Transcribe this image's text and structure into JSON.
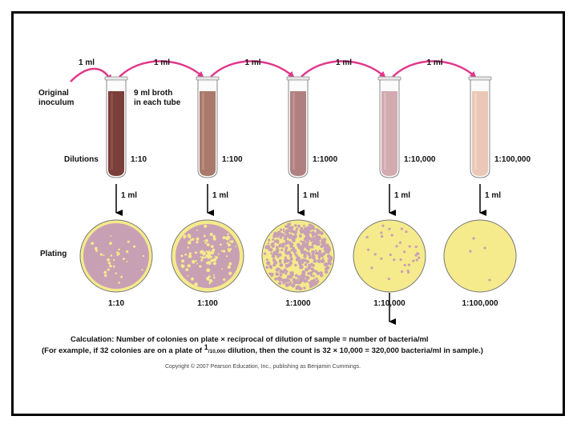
{
  "transfer_label": "1 ml",
  "original_inoculum": [
    "Original",
    "inoculum"
  ],
  "broth_note": [
    "9 ml broth",
    "in each tube"
  ],
  "dilutions_label": "Dilutions",
  "plating_label": "Plating",
  "tubes": [
    {
      "dilution": "1:10",
      "liquid": "#7a3f3a",
      "liquid_light": "#9a5a52",
      "plate_label": "1:10",
      "density": "confluent"
    },
    {
      "dilution": "1:100",
      "liquid": "#a97a6c",
      "liquid_light": "#c39a8a",
      "plate_label": "1:100",
      "density": "heavy"
    },
    {
      "dilution": "1:1000",
      "liquid": "#b08080",
      "liquid_light": "#c9a0a0",
      "plate_label": "1:1000",
      "density": "many"
    },
    {
      "dilution": "1:10,000",
      "liquid": "#d2aab0",
      "liquid_light": "#e2c4c8",
      "plate_label": "1:10,000",
      "density": "countable"
    },
    {
      "dilution": "1:100,000",
      "liquid": "#eac7b6",
      "liquid_light": "#f3dccf",
      "plate_label": "1:100,000",
      "density": "few"
    }
  ],
  "plate_colors": {
    "agar": "#f5ea8c",
    "colony": "#c8a0b4",
    "rim": "#777777"
  },
  "arrow_color": "#e0388a",
  "calculation": {
    "line1": "Calculation: Number of colonies on plate × reciprocal of dilution of sample = number of bacteria/ml",
    "line2_a": "(For example, if 32 colonies are on a plate of ",
    "line2_frac_num": "1",
    "line2_frac_den": "/10,000",
    "line2_b": " dilution, then the count is 32 × 10,000 = 320,000 bacteria/ml in sample.)"
  },
  "copyright": "Copyright © 2007 Pearson Education, Inc., publishing as Benjamin Cummings."
}
